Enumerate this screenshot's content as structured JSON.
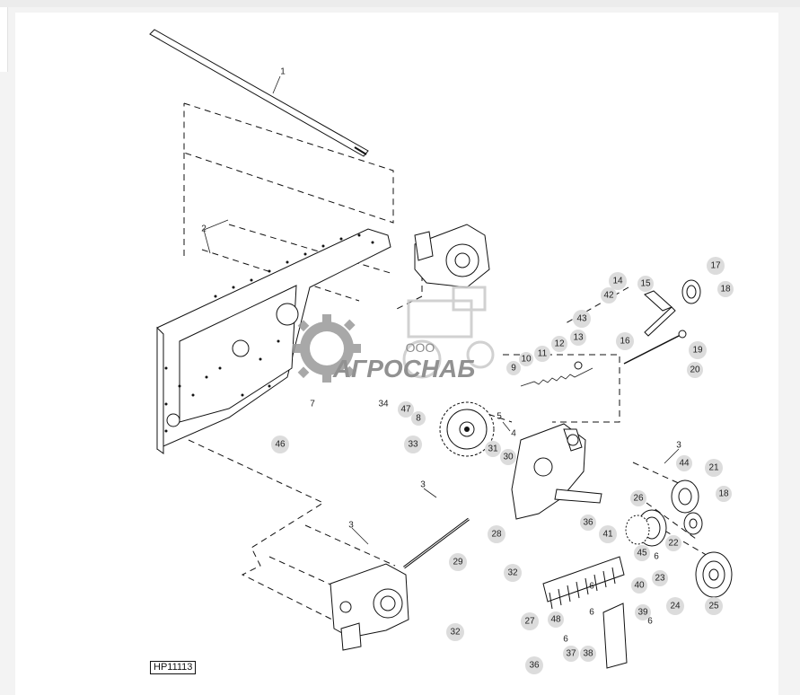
{
  "figure_code": "HP11113",
  "watermark": {
    "company_prefix": "ООО",
    "company_name": "АГРОСНАБ"
  },
  "callouts": [
    {
      "n": "1"
    },
    {
      "n": "2"
    },
    {
      "n": "3"
    },
    {
      "n": "4"
    },
    {
      "n": "5"
    },
    {
      "n": "6"
    },
    {
      "n": "7"
    },
    {
      "n": "8"
    },
    {
      "n": "9"
    },
    {
      "n": "10"
    },
    {
      "n": "11"
    },
    {
      "n": "12"
    },
    {
      "n": "13"
    },
    {
      "n": "14"
    },
    {
      "n": "15"
    },
    {
      "n": "16"
    },
    {
      "n": "17"
    },
    {
      "n": "18"
    },
    {
      "n": "19"
    },
    {
      "n": "20"
    },
    {
      "n": "21"
    },
    {
      "n": "22"
    },
    {
      "n": "23"
    },
    {
      "n": "24"
    },
    {
      "n": "25"
    },
    {
      "n": "26"
    },
    {
      "n": "27"
    },
    {
      "n": "28"
    },
    {
      "n": "29"
    },
    {
      "n": "30"
    },
    {
      "n": "31"
    },
    {
      "n": "32"
    },
    {
      "n": "33"
    },
    {
      "n": "34"
    },
    {
      "n": "36"
    },
    {
      "n": "37"
    },
    {
      "n": "38"
    },
    {
      "n": "39"
    },
    {
      "n": "40"
    },
    {
      "n": "41"
    },
    {
      "n": "42"
    },
    {
      "n": "43"
    },
    {
      "n": "44"
    },
    {
      "n": "45"
    },
    {
      "n": "46"
    },
    {
      "n": "47"
    },
    {
      "n": "48"
    }
  ]
}
